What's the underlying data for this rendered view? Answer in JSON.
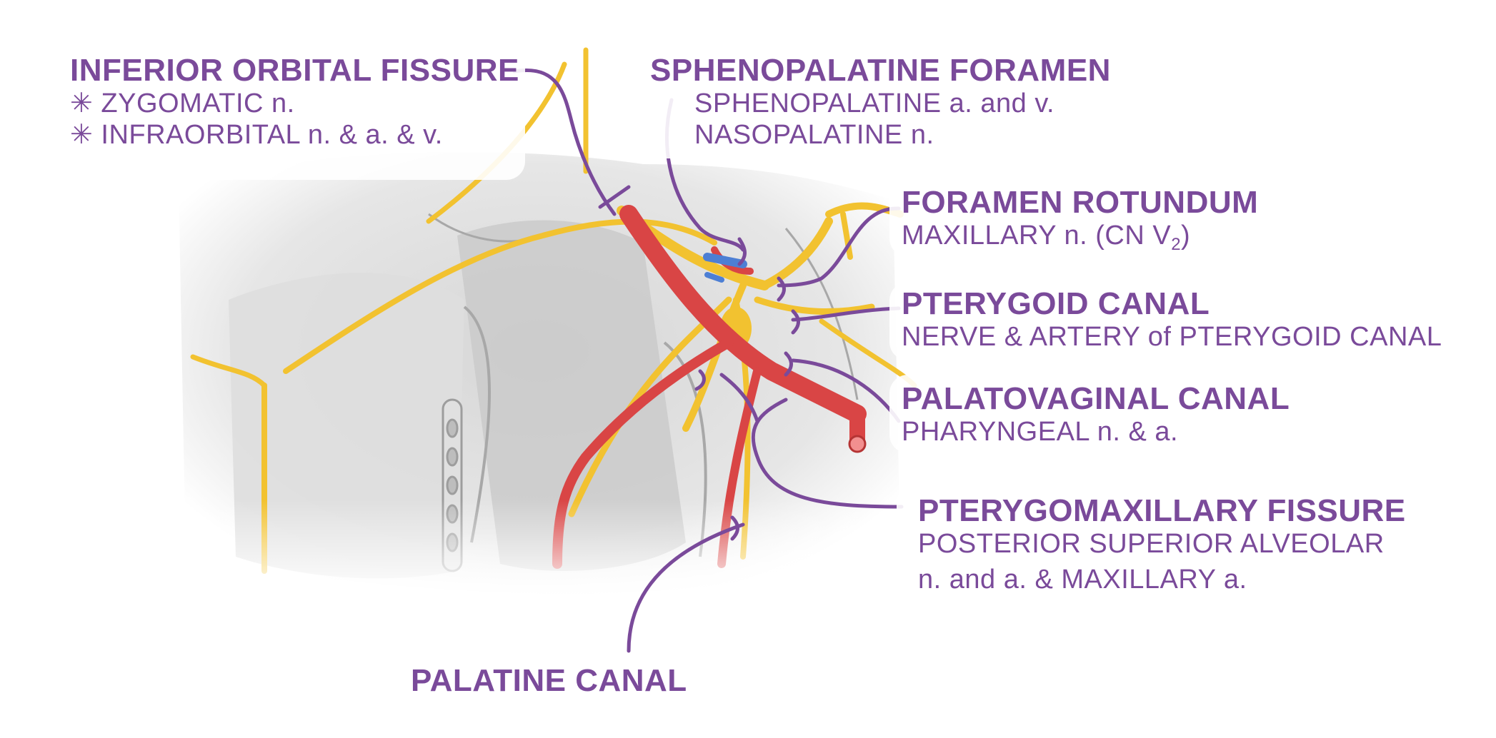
{
  "labels": {
    "inferior_orbital_fissure": {
      "title": "INFERIOR ORBITAL FISSURE",
      "items": [
        "✳ ZYGOMATIC n.",
        "✳ INFRAORBITAL n. & a. & v."
      ]
    },
    "sphenopalatine_foramen": {
      "title": "SPHENOPALATINE FORAMEN",
      "items": [
        "SPHENOPALATINE a. and v.",
        "NASOPALATINE n."
      ]
    },
    "foramen_rotundum": {
      "title": "FORAMEN ROTUNDUM",
      "item_prefix": "MAXILLARY n. (CN V",
      "item_sub": "2",
      "item_suffix": ")"
    },
    "pterygoid_canal": {
      "title": "PTERYGOID CANAL",
      "items": [
        "NERVE & ARTERY of PTERYGOID CANAL"
      ]
    },
    "palatovaginal_canal": {
      "title": "PALATOVAGINAL CANAL",
      "items": [
        "PHARYNGEAL n. & a."
      ]
    },
    "pterygomaxillary_fissure": {
      "title": "PTERYGOMAXILLARY FISSURE",
      "items": [
        "POSTERIOR SUPERIOR ALVEOLAR",
        "n. and a. & MAXILLARY a."
      ]
    },
    "palatine_canal": {
      "title": "PALATINE CANAL"
    }
  },
  "colors": {
    "label_text": "#7a4a9a",
    "leader_line": "#7a4a9a",
    "nerve": "#f2c230",
    "artery": "#d94545",
    "vein": "#4d7fd4",
    "bone_light": "#e9e9e9",
    "bone_mid": "#cfcfcf",
    "bone_dark": "#a8a8a8"
  }
}
